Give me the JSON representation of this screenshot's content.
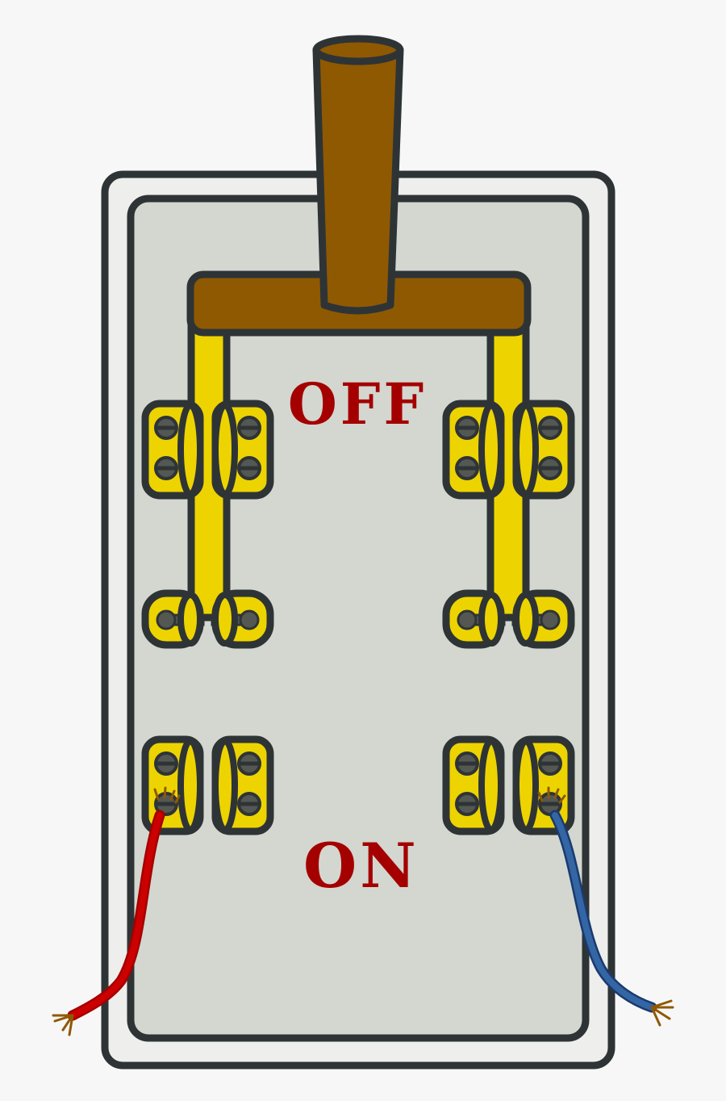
{
  "title": "Knife switch",
  "labels": {
    "off": "OFF",
    "on": "ON"
  },
  "colors": {
    "background": "#f7f7f7",
    "outline": "#2e3436",
    "base_outer": "#eeeeec",
    "base_inner": "#d3d7cf",
    "handle": "#8f5902",
    "blade": "#edd400",
    "screw": "#555753",
    "label_text": "#a40000",
    "wire_live": "#cc0000",
    "wire_neutral": "#204a87",
    "wire_strands": "#8f5902"
  },
  "components": {
    "handle": "wooden handle",
    "crossbar": "handle crossbar",
    "blades": 2,
    "clips": [
      "top-left",
      "top-right",
      "pivot-left",
      "pivot-right",
      "bottom-left",
      "bottom-right"
    ],
    "wires": [
      "red wire left",
      "blue wire right"
    ]
  }
}
